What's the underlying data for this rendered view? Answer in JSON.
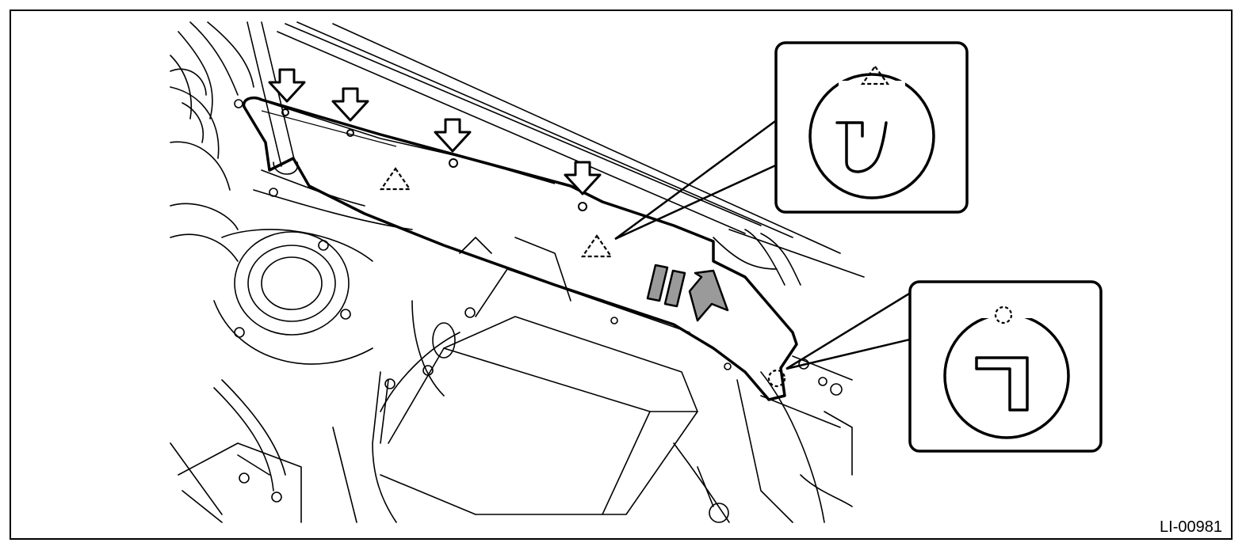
{
  "figure": {
    "code": "LI-00981",
    "colors": {
      "line": "#000000",
      "background": "#ffffff",
      "arrow_fill": "#9a9a9a"
    },
    "icons": [
      "down-arrow-icon",
      "dashed-triangle-icon",
      "dashed-circle-icon",
      "direction-arrow-icon",
      "clip-hook-icon",
      "clip-bracket-icon"
    ],
    "callouts": [
      {
        "name": "callout-triangle-clip",
        "marker": "dashed-triangle-icon"
      },
      {
        "name": "callout-circle-clip",
        "marker": "dashed-circle-icon"
      }
    ]
  }
}
